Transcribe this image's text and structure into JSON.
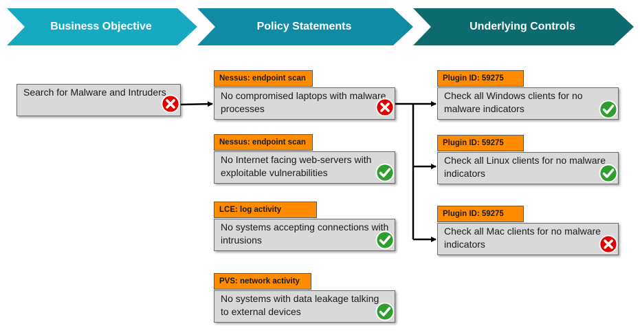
{
  "headers": {
    "business_objective": "Business Objective",
    "policy_statements": "Policy Statements",
    "underlying_controls": "Underlying Controls"
  },
  "objective": {
    "text": "Search for Malware and Intruders",
    "status": "fail"
  },
  "policies": [
    {
      "tag": "Nessus: endpoint scan",
      "text": "No compromised  laptops with malware processes",
      "status": "fail"
    },
    {
      "tag": "Nessus: endpoint scan",
      "text": "No Internet  facing web-servers with exploitable vulnerabilities",
      "status": "pass"
    },
    {
      "tag": "LCE: log activity",
      "text": "No systems accepting connections with intrusions",
      "status": "pass"
    },
    {
      "tag": "PVS: network activity",
      "text": "No systems with data leakage talking to external devices",
      "status": "pass"
    }
  ],
  "controls": [
    {
      "tag": "Plugin ID: 59275",
      "text": "Check all Windows clients for no malware indicators",
      "status": "pass"
    },
    {
      "tag": "Plugin ID: 59275",
      "text": "Check all Linux clients for no malware indicators",
      "status": "pass"
    },
    {
      "tag": "Plugin ID: 59275",
      "text": "Check all Mac clients for no malware indicators",
      "status": "fail"
    }
  ],
  "colors": {
    "header_1": "#17a9c0",
    "header_2": "#118aa3",
    "header_3": "#0d6b70",
    "tag": "#ff8c00",
    "box": "#d9d9d9",
    "pass": "#2e9e2e",
    "fail": "#e00000"
  },
  "icons": {
    "pass": "check-icon",
    "fail": "x-icon"
  }
}
